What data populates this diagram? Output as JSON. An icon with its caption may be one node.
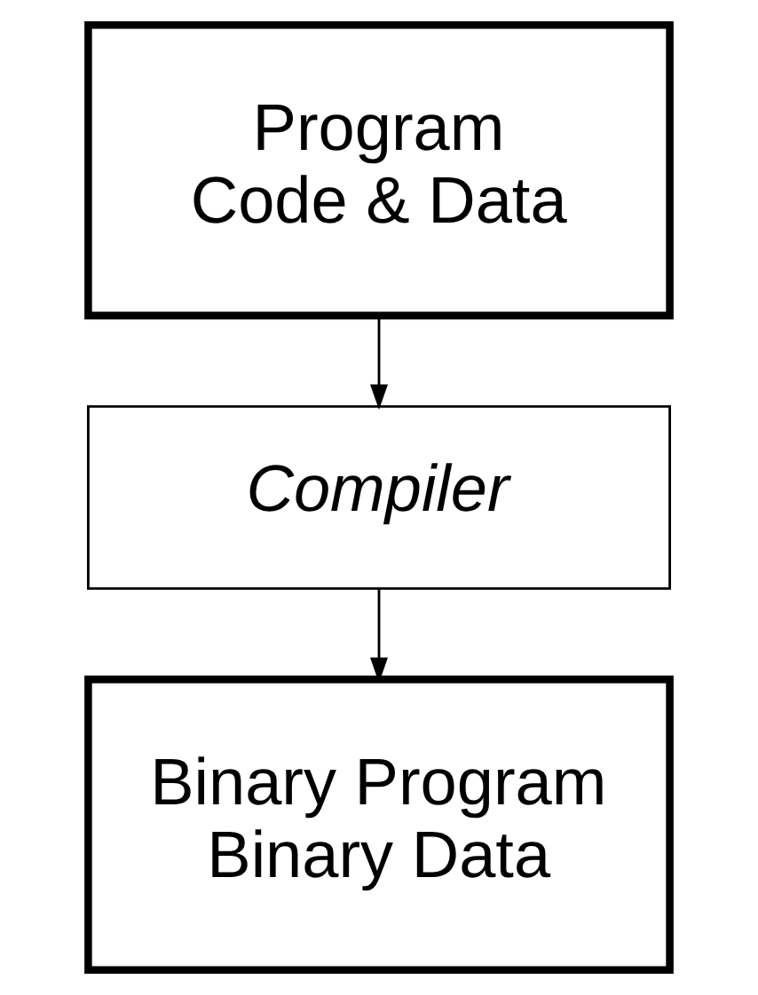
{
  "diagram": {
    "nodes": [
      {
        "text": [
          "Program Code & Data"
        ]
      },
      {
        "text": [
          "Compiler"
        ]
      },
      {
        "text": [
          "Binary Program",
          "Binary Data"
        ]
      }
    ],
    "edges": [
      {
        "from": 0,
        "to": 1,
        "arrow": "to"
      },
      {
        "from": 1,
        "to": 2,
        "arrow": "to"
      }
    ]
  }
}
